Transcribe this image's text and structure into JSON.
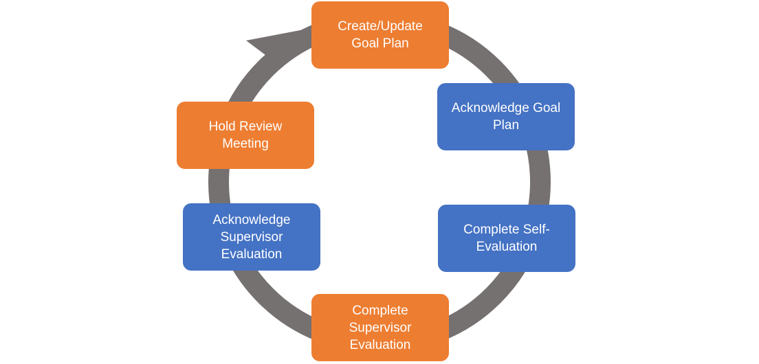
{
  "colors": {
    "arrow": "#767171",
    "orange": "#ED7D31",
    "blue": "#4472C4",
    "background": "#FFFFFF"
  },
  "steps": [
    {
      "id": "create",
      "label": "Create/Update\nGoal Plan",
      "color": "orange"
    },
    {
      "id": "ack-goal",
      "label": "Acknowledge Goal\nPlan",
      "color": "blue"
    },
    {
      "id": "self",
      "label": "Complete Self-\nEvaluation",
      "color": "blue"
    },
    {
      "id": "sup",
      "label": "Complete\nSupervisor\nEvaluation",
      "color": "orange"
    },
    {
      "id": "ack-sup",
      "label": "Acknowledge\nSupervisor\nEvaluation",
      "color": "blue"
    },
    {
      "id": "review",
      "label": "Hold Review\nMeeting",
      "color": "orange"
    }
  ]
}
